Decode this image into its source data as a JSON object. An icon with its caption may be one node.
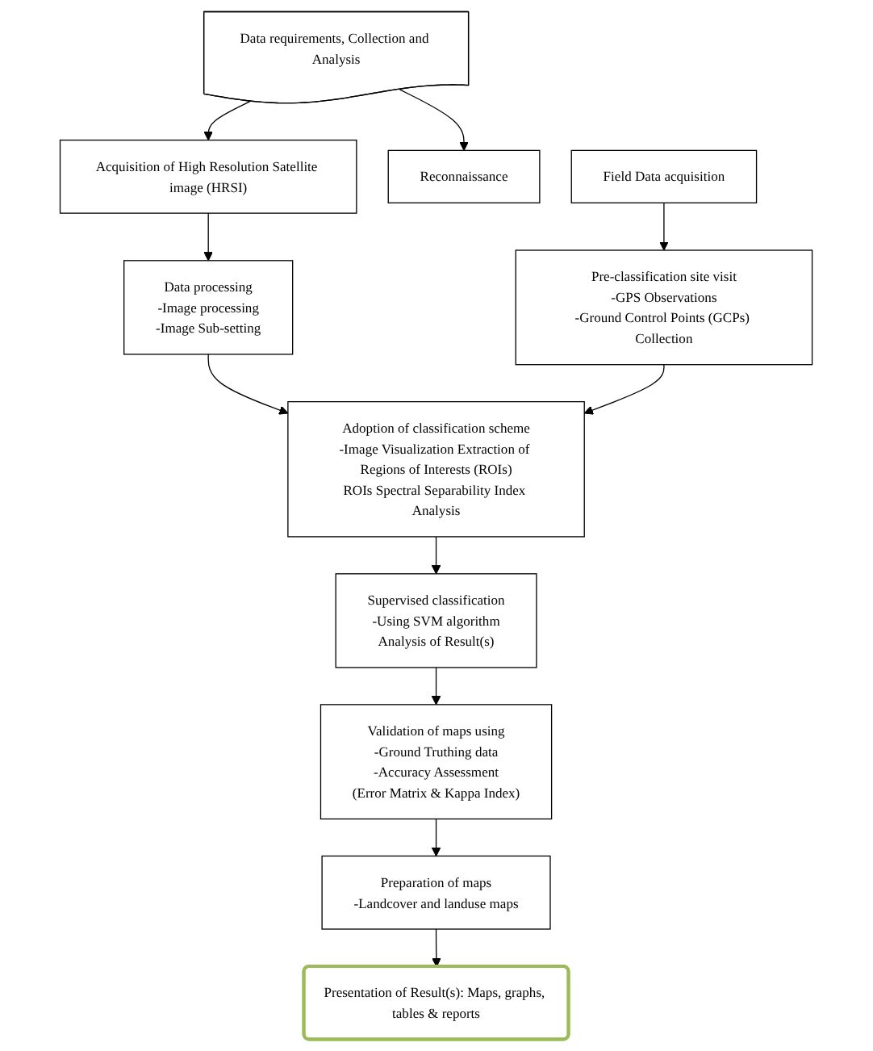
{
  "diagram": {
    "nodes": [
      {
        "text": [
          "Data requirements, Collection and Analysis"
        ]
      },
      {
        "text": [
          "Acquisition of High Resolution Satellite image (HRSI)"
        ]
      },
      {
        "text": [
          "Reconnaissance"
        ]
      },
      {
        "text": [
          "Data processing",
          "-Image processing",
          "-Image Sub-setting"
        ]
      },
      {
        "text": [
          "Field Data acquisition"
        ]
      },
      {
        "text": [
          "Pre-classification site visit",
          "-GPS Observations",
          "-Ground Control Points (GCPs) Collection"
        ]
      },
      {
        "text": [
          "Adoption of classification scheme",
          "-Image Visualization Extraction of Regions of Interests (ROIs)",
          "ROIs Spectral Separability Index Analysis"
        ]
      },
      {
        "text": [
          "Validation of maps using",
          "-Ground Truthing data",
          "-Accuracy Assessment",
          "(Error Matrix & Kappa Index)"
        ]
      },
      {
        "text": [
          "Supervised classification",
          "-Using SVM algorithm",
          "Analysis of Result(s)"
        ]
      },
      {
        "text": [
          "Preparation of maps",
          "-Landcover and landuse maps"
        ]
      },
      {
        "text": [
          "Presentation of Result(s): Maps, graphs, tables & reports"
        ]
      }
    ],
    "edges": [
      {
        "from": 0,
        "to": 1,
        "arrow": "to"
      },
      {
        "from": 0,
        "to": 2,
        "arrow": "to"
      },
      {
        "from": 1,
        "to": 3,
        "arrow": "to"
      },
      {
        "from": 3,
        "to": 6,
        "arrow": "to"
      },
      {
        "from": 4,
        "to": 5,
        "arrow": "to"
      },
      {
        "from": 5,
        "to": 6,
        "arrow": "to"
      },
      {
        "from": 6,
        "to": 8,
        "arrow": "to"
      },
      {
        "from": 8,
        "to": 7,
        "arrow": "to"
      },
      {
        "from": 7,
        "to": 9,
        "arrow": "to"
      },
      {
        "from": 9,
        "to": 10,
        "arrow": "to"
      }
    ]
  }
}
